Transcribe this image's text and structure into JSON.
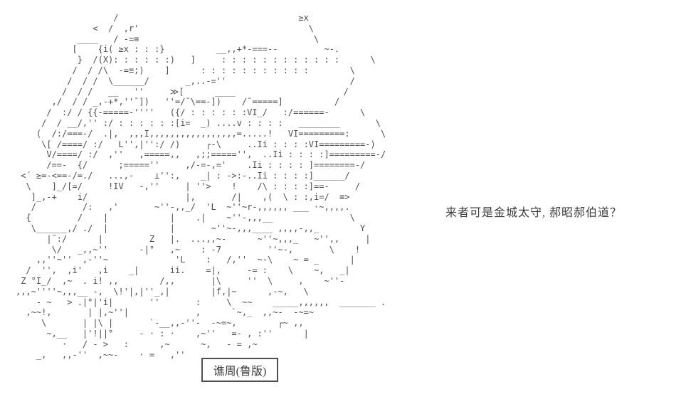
{
  "scene": {
    "background_color": "#ffffff",
    "ink_color": "#4d4d4d",
    "description": "ascii-art character portrait scene with dialogue line and speaker name box"
  },
  "ascii_art": {
    "character": "qiao-zhou-ascii-portrait",
    "lines": [
      "                   /                                   ≥x",
      "               <  /  ,r'                                 \\",
      "            ____   / -=≡                                  \\",
      "           [    {i( ≥x : : :}          __,,+*-===--         ~-.",
      "            }  /(X): : : : : :)   ]     : : : : : : : : : : : :      \\",
      "           /  / /\\  -=≡;)    ]      : : : : : : : : : : :        \\",
      "          /  / /  \\______/       _,..-=''                        /",
      "         /  / /   __   ''     ≫[      ____                     /",
      "       ,/  / / _,-+*,''¯])   ''=/¯\\==-])    /¯=====]          /",
      "      /  :/ / {{-=====-''''   ({/ : : : : : :VI_/   :/======-      \\",
      "     /  / __/,'' :/ : : : : : :[i=  _) ....v : : : :   ________       \\",
      "    (  /:/===-/  .|,  ,,,I,,,,,,,,,,,,,,,,,=.....!   VI=========:      \\",
      "     \\[ /====/ :/   L'',|'':/ /)     ┌-\\     ..Ii : : : :VI=========-)",
      "      V/====/ :/  ,''   ,=====,,   ,;;====='',  ..Ii : : : :]=========-/",
      "      /==-  {/      ;=====''     ,/-=-,='    .Ii : : : : ]========-/",
      " <´ ≥=-<==-/=./   ...,-    ⊥'':,    _| : ->:-..Ii : : : :]______/",
      "  \\    ]_/[=/     !IV   -,''     | ''>    !    /\\ : : : :]==-     /",
      "   ]_,-+    i/                   |,       /|    ,(  \\ : :,i=/  ≡>",
      "   /         /:   ,'       ~''-,,_/  'L  ~''~r-,,,,,, ___ ·~,,,,.",
      "  {         /    |            |    .|    ~''-,,,__               \\",
      "   \\______,/ ./  |            |       ~''~-,,,____ ,,,,-,,_        Y",
      "      |¯:/      |         Z   |.  ...,,~-      ~''~,,,_   ~'',,     |",
      "       \\/   _,,~''      -|°   ,~    : -7         ''~-,       \\    !",
      "    ,,''~''  ,-''~             'L    :   /,''  ~-\\    ~ = _      |",
      "  /  '',  ,i'   ,i    _|      ii.    =|,     -= :    \\    ~,   _|",
      " Z °I_/  ,~  . i! ,,        /,,       |\\     ''  \\     ,    ~''-",
      ",,,~''''~,,,__ -,  \\!'|,|''_,|        |f,|~      ,-~,   \\",
      "    - ~   > .|°|'i|       ''       :     \\  ~~    _____,,,,,,  _______ .",
      "  ,~~!,       | |,~''|             ,      `~,_  ,,~-  -~=~",
      "     \\       | |\\ |       `-__,,-''-  -~=~,        ┌~ ,,",
      "      ~,__   |'!||°     - · : ·    ,~''   =- , :''      |",
      "         ·   / - >   :      ,~      ~,   - = ,~",
      "    _,   ,,-''  ,~~-    · =   ,''"
    ]
  },
  "dialogue": {
    "text": "来者可是金城太守, 郝昭郝伯道？"
  },
  "name_box": {
    "label": "谯周(鲁版)"
  }
}
